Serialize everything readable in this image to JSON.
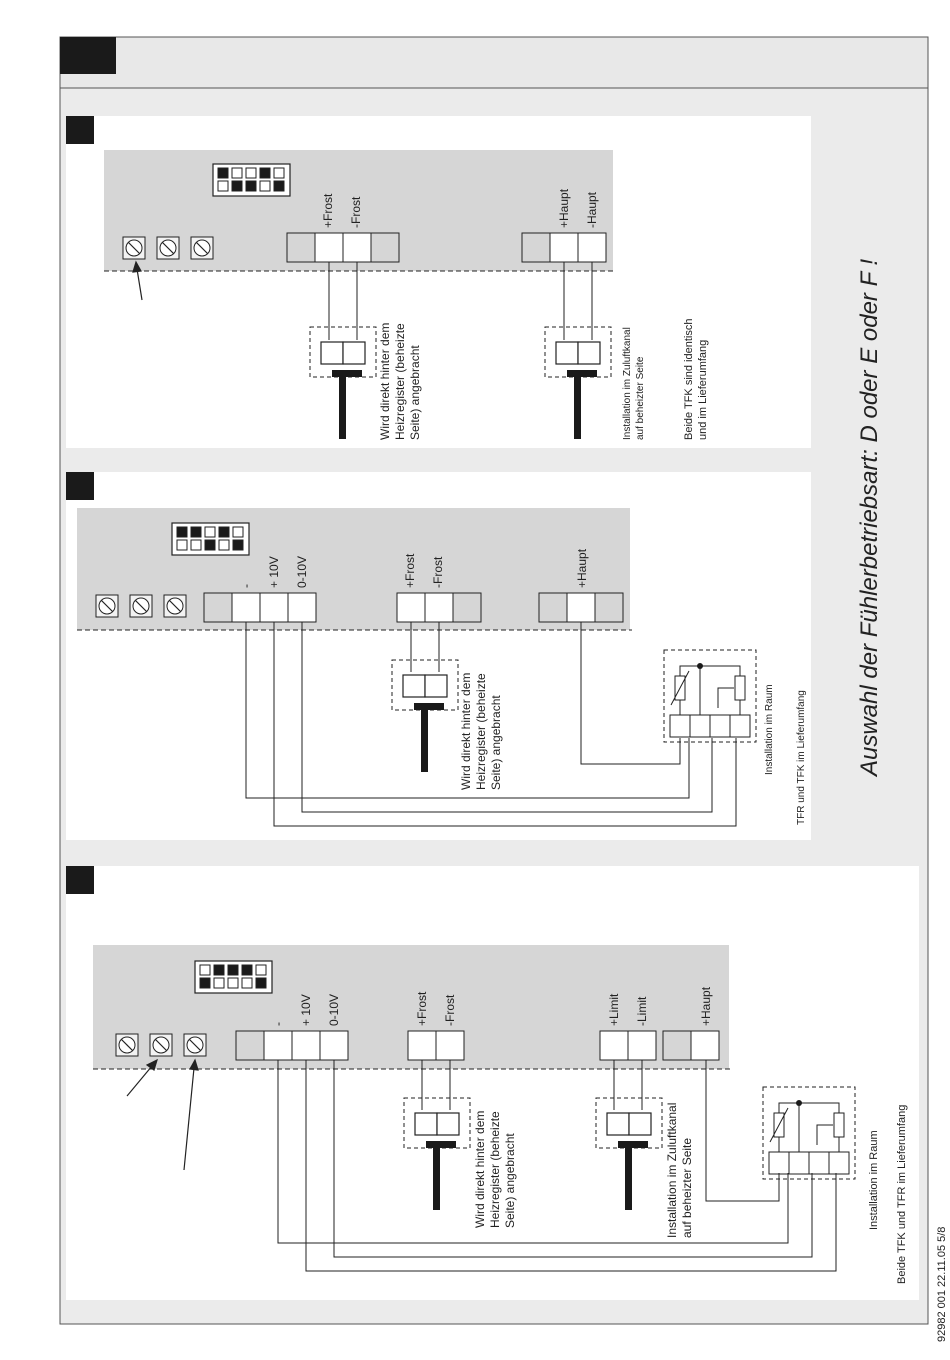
{
  "page": {
    "title": "Auswahl der Fühlerbetriebsart: D oder E oder F !",
    "footer": "92982 001  22.11.05  5/8"
  },
  "panel_d": {
    "frost_plus": "+Frost",
    "frost_minus": "-Frost",
    "haupt_plus": "+Haupt",
    "haupt_minus": "-Haupt",
    "note_frost": [
      "Wird direkt hinter dem",
      "Heizregister (beheizte",
      "Seite) angebracht"
    ],
    "note_duct": [
      "Installation im Zuluftkanal",
      "auf beheizter Seite"
    ],
    "note_identical": [
      "Beide TFK sind identisch",
      "und im Lieferumfang"
    ],
    "dip_top": [
      1,
      0,
      0,
      1,
      0
    ],
    "dip_bottom": [
      0,
      1,
      1,
      0,
      1
    ]
  },
  "panel_e": {
    "minus": "-",
    "plus10": "+ 10V",
    "v010": "0-10V",
    "frost_plus": "+Frost",
    "frost_minus": "-Frost",
    "haupt_plus": "+Haupt",
    "note_frost": [
      "Wird direkt hinter dem",
      "Heizregister (beheizte",
      "Seite) angebracht"
    ],
    "note_room": "Installation im Raum",
    "note_scope": "TFR und TFK im Lieferumfang",
    "dip_top": [
      1,
      1,
      0,
      1,
      0
    ],
    "dip_bottom": [
      0,
      0,
      1,
      0,
      1
    ]
  },
  "panel_f": {
    "minus": "-",
    "plus10": "+ 10V",
    "v010": "0-10V",
    "frost_plus": "+Frost",
    "frost_minus": "-Frost",
    "limit_plus": "+Limit",
    "limit_minus": "-Limit",
    "haupt_plus": "+Haupt",
    "note_frost": [
      "Wird direkt hinter dem",
      "Heizregister (beheizte",
      "Seite) angebracht"
    ],
    "note_duct": [
      "Installation im Zuluftkanal",
      "auf beheizter Seite"
    ],
    "note_room": "Installation im Raum",
    "note_scope": "Beide TFK und TFR im Lieferumfang",
    "dip_top": [
      0,
      1,
      1,
      1,
      0
    ],
    "dip_bottom": [
      1,
      0,
      0,
      0,
      1
    ]
  }
}
